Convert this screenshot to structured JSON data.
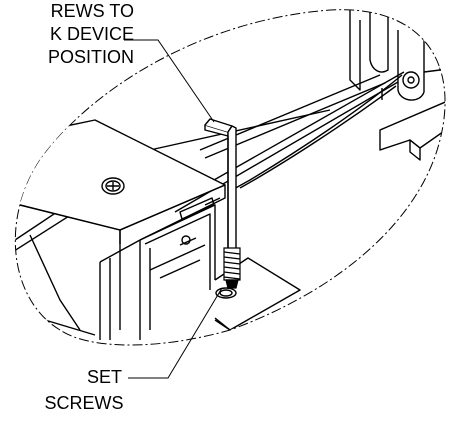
{
  "callouts": {
    "top": {
      "line1": "REWS TO",
      "line2": "K DEVICE",
      "line3": "POSITION"
    },
    "bottom": {
      "line1": "SET",
      "line2": "SCREWS"
    }
  },
  "colors": {
    "ink": "#000000",
    "paper": "#ffffff"
  },
  "icons": {
    "hex-key": "allen-wrench-icon",
    "screw": "set-screw-icon",
    "phillips": "phillips-screw-icon"
  }
}
